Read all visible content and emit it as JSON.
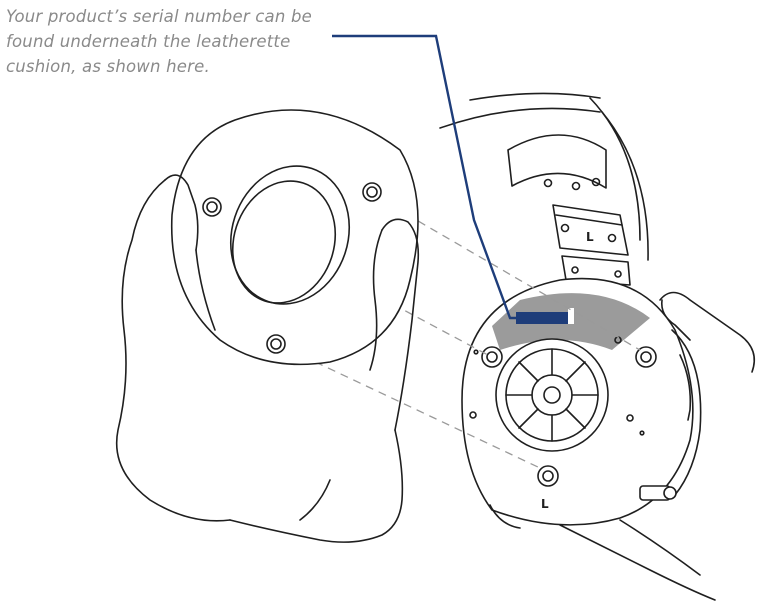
{
  "caption": {
    "lines": [
      "Your product’s serial number can be",
      "found underneath the leatherette",
      "cushion, as shown here."
    ]
  },
  "labels": {
    "headband_side": "L",
    "earcup_side": "L"
  },
  "colors": {
    "callout": "#1e3d7a",
    "serial_area": "#9b9b9b",
    "caption_text": "#8a8a8a"
  }
}
